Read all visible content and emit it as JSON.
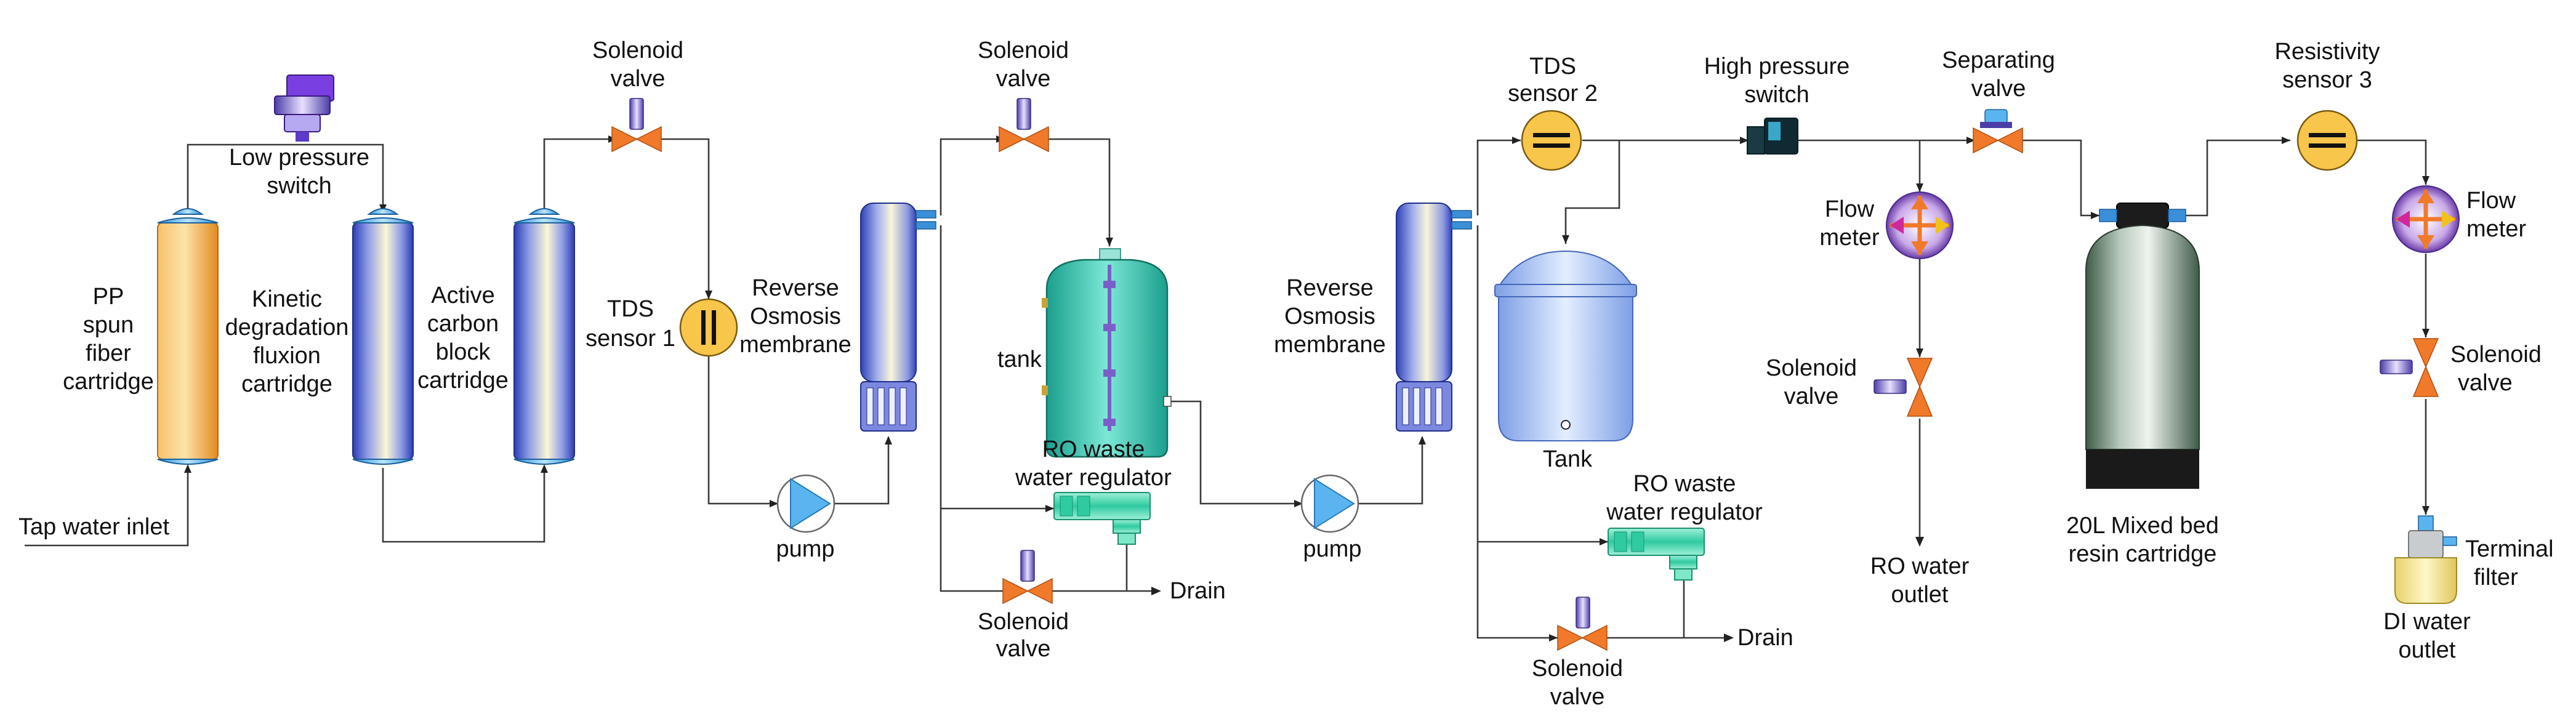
{
  "labels": {
    "tap_inlet": "Tap water inlet",
    "pp_1": "PP",
    "pp_2": "spun",
    "pp_3": "fiber",
    "pp_4": "cartridge",
    "kdf_1": "Kinetic",
    "kdf_2": "degradation",
    "kdf_3": "fluxion",
    "kdf_4": "cartridge",
    "ac_1": "Active",
    "ac_2": "carbon",
    "ac_3": "block",
    "ac_4": "cartridge",
    "lps_1": "Low pressure",
    "lps_2": "switch",
    "sv1_1": "Solenoid",
    "sv1_2": "valve",
    "tds1_1": "TDS",
    "tds1_2": "sensor 1",
    "pump1": "pump",
    "ro1_1": "Reverse",
    "ro1_2": "Osmosis",
    "ro1_3": "membrane",
    "sv2_1": "Solenoid",
    "sv2_2": "valve",
    "tank1": "tank",
    "reg1_1": "RO waste",
    "reg1_2": "water regulator",
    "sv3_1": "Solenoid",
    "sv3_2": "valve",
    "drain1": "Drain",
    "pump2": "pump",
    "ro2_1": "Reverse",
    "ro2_2": "Osmosis",
    "ro2_3": "membrane",
    "tds2_1": "TDS",
    "tds2_2": "sensor 2",
    "tank2": "Tank",
    "reg2_1": "RO waste",
    "reg2_2": "water regulator",
    "sv4_1": "Solenoid",
    "sv4_2": "valve",
    "drain2": "Drain",
    "hps_1": "High pressure",
    "hps_2": "switch",
    "flow1_1": "Flow",
    "flow1_2": "meter",
    "sv5_1": "Solenoid",
    "sv5_2": "valve",
    "ro_out_1": "RO water",
    "ro_out_2": "outlet",
    "sep_1": "Separating",
    "sep_2": "valve",
    "resin_1": "20L Mixed bed",
    "resin_2": "resin cartridge",
    "res3_1": "Resistivity",
    "res3_2": "sensor 3",
    "flow2_1": "Flow",
    "flow2_2": "meter",
    "sv6_1": "Solenoid",
    "sv6_2": "valve",
    "tf_1": "Terminal",
    "tf_2": "filter",
    "di_1": "DI water",
    "di_2": "outlet"
  },
  "colors": {
    "cartridge_orange": "#f2a640",
    "cartridge_blue": "#3b4fc4",
    "sensor_yellow": "#f7c64a",
    "valve_orange": "#f07a2a",
    "pump_blue": "#5ab4ef",
    "regulator_green": "#40d0a8",
    "tank_teal": "#2ec4b0",
    "tank_blue": "#a7c6f5",
    "resin_dark_green": "#35453a"
  }
}
